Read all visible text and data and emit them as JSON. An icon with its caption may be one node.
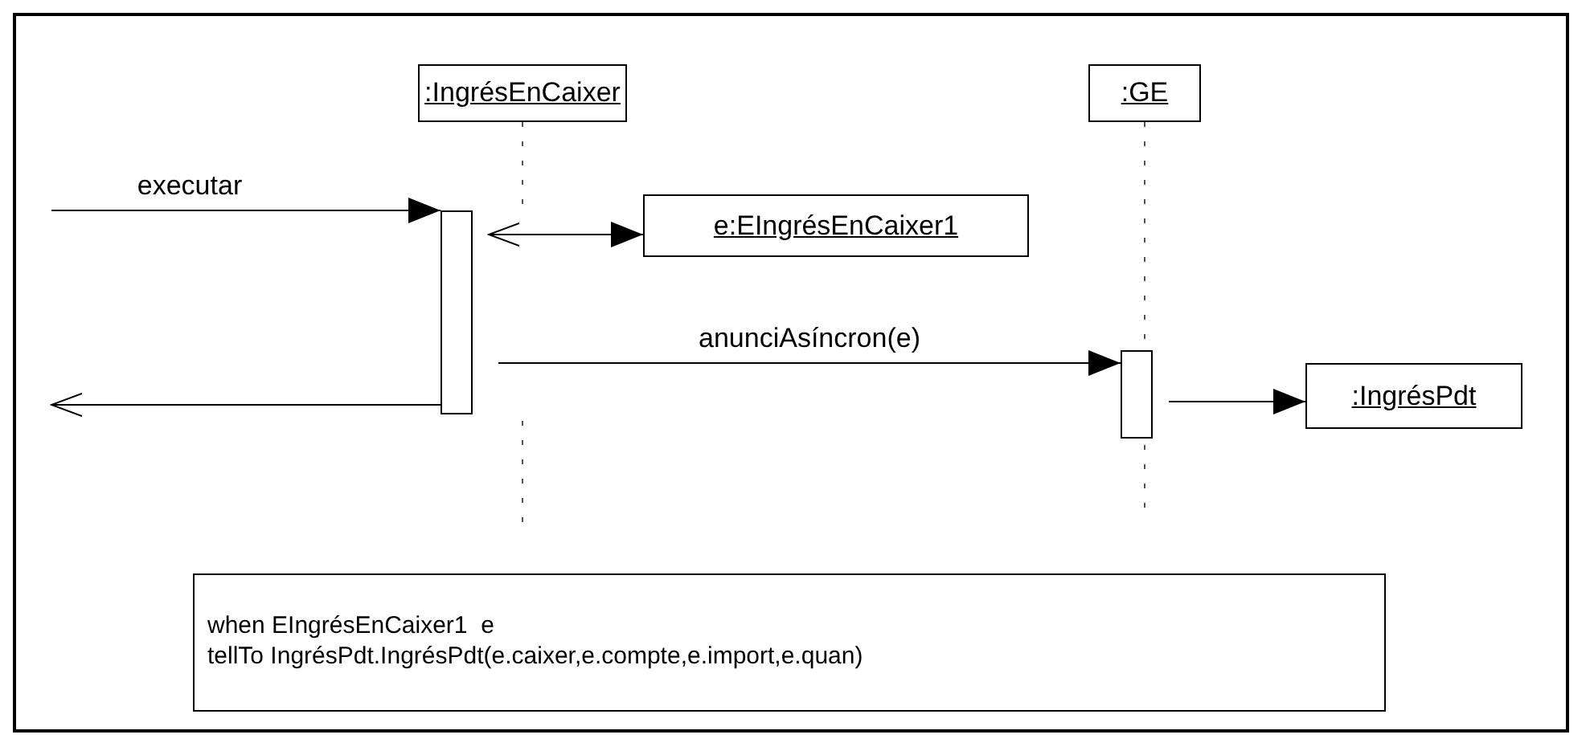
{
  "diagram": {
    "nodes": [
      {
        "text": [
          ":IngrésEnCaixer"
        ]
      },
      {
        "text": [
          ":GE"
        ]
      },
      {
        "text": [],
        "shape": "bar"
      },
      {
        "text": [
          "e:EIngrésEnCaixer1"
        ]
      },
      {
        "text": [],
        "shape": "bar"
      },
      {
        "text": [
          ":IngrésPdt"
        ]
      },
      {
        "text": [
          "when EIngrésEnCaixer1  e",
          "tellTo IngrésPdt.IngrésPdt(e.caixer,e.compte,e.import,e.quan)"
        ]
      }
    ],
    "edges": [
      {
        "from": 0,
        "to": 2,
        "arrow": "none",
        "style": "dashed"
      },
      {
        "from": 1,
        "to": 4,
        "arrow": "none",
        "style": "dashed"
      },
      {
        "from": null,
        "to": 2,
        "label": "executar",
        "arrow": "to"
      },
      {
        "from": 2,
        "to": 3,
        "arrow": "both"
      },
      {
        "from": 2,
        "to": 4,
        "label": "anunciAsíncron(e)",
        "arrow": "to"
      },
      {
        "from": 4,
        "to": 5,
        "arrow": "to"
      },
      {
        "from": 2,
        "to": null,
        "arrow": "to"
      }
    ]
  }
}
